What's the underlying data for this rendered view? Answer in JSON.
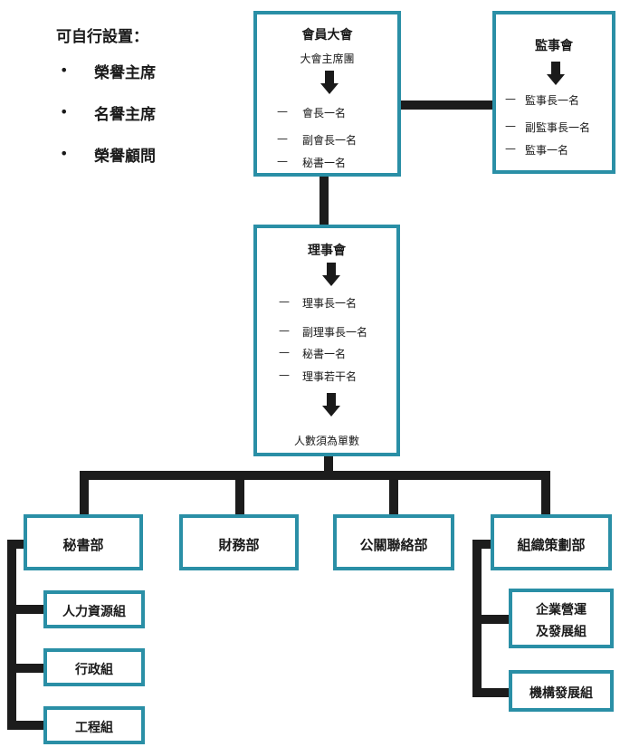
{
  "honorary": {
    "heading": "可自行設置：",
    "items": [
      "榮譽主席",
      "名譽主席",
      "榮譽顧問"
    ],
    "bullet": "•"
  },
  "general_meeting": {
    "title": "會員大會",
    "subtitle": "大會主席團",
    "members": [
      "會長一名",
      "副會長一名",
      "秘書一名"
    ]
  },
  "supervisory": {
    "title": "監事會",
    "members": [
      "監事長一名",
      "副監事長一名",
      "監事一名"
    ]
  },
  "council": {
    "title": "理事會",
    "members": [
      "理事長一名",
      "副理事長一名",
      "秘書一名",
      "理事若干名"
    ],
    "note": "人數須為單數"
  },
  "departments": {
    "secretariat": "秘書部",
    "finance": "財務部",
    "public_relations": "公關聯絡部",
    "planning": "組織策劃部"
  },
  "secretariat_groups": [
    "人力資源組",
    "行政組",
    "工程組"
  ],
  "planning_groups": {
    "enterprise_line1": "企業營運",
    "enterprise_line2": "及發展組",
    "institution": "機構發展組"
  },
  "dash": "—",
  "colors": {
    "border": "#2a8fa6",
    "line": "#1c1c1c"
  }
}
